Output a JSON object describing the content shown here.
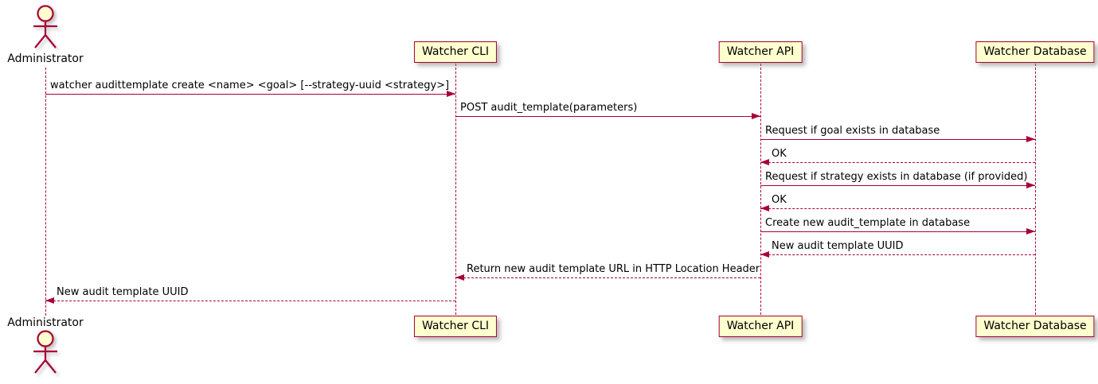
{
  "diagram": {
    "type": "sequence"
  },
  "actor": {
    "name": "Administrator"
  },
  "participants": [
    {
      "name": "Watcher CLI"
    },
    {
      "name": "Watcher API"
    },
    {
      "name": "Watcher Database"
    }
  ],
  "messages": [
    {
      "from": "Administrator",
      "to": "Watcher CLI",
      "text": "watcher audittemplate create <name> <goal> [--strategy-uuid <strategy>]",
      "line": "solid"
    },
    {
      "from": "Watcher CLI",
      "to": "Watcher API",
      "text": "POST audit_template(parameters)",
      "line": "solid"
    },
    {
      "from": "Watcher API",
      "to": "Watcher Database",
      "text": "Request if goal exists in database",
      "line": "solid"
    },
    {
      "from": "Watcher Database",
      "to": "Watcher API",
      "text": "OK",
      "line": "dashed"
    },
    {
      "from": "Watcher API",
      "to": "Watcher Database",
      "text": "Request if strategy exists in database (if provided)",
      "line": "solid"
    },
    {
      "from": "Watcher Database",
      "to": "Watcher API",
      "text": "OK",
      "line": "dashed"
    },
    {
      "from": "Watcher API",
      "to": "Watcher Database",
      "text": "Create new audit_template in database",
      "line": "solid"
    },
    {
      "from": "Watcher Database",
      "to": "Watcher API",
      "text": "New audit template UUID",
      "line": "dashed"
    },
    {
      "from": "Watcher API",
      "to": "Watcher CLI",
      "text": "Return new audit template URL in HTTP Location Header",
      "line": "dashed"
    },
    {
      "from": "Watcher CLI",
      "to": "Administrator",
      "text": "New audit template UUID",
      "line": "dashed"
    }
  ],
  "colors": {
    "accent": "#A80036",
    "participant_fill": "#FEFECE",
    "text": "#000000",
    "background": "#FFFFFF"
  }
}
